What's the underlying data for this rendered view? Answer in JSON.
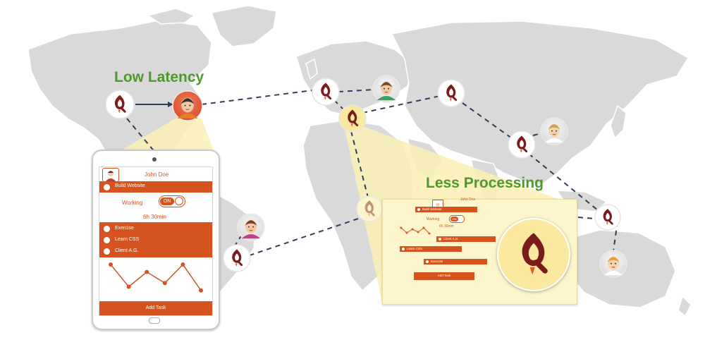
{
  "headings": {
    "low_latency": "Low Latency",
    "less_processing": "Less Processing"
  },
  "tablet_app": {
    "user_name": "John Doe",
    "build_website": "Build Website",
    "working_label": "Working",
    "toggle_on": "ON",
    "duration": "6h 30min",
    "tasks": [
      "Exercise",
      "Learn CSS",
      "Client A.G."
    ],
    "add_task": "Add Task",
    "chart_values": [
      4,
      1,
      3,
      1.5,
      4,
      0.5
    ]
  },
  "panel_app": {
    "user_name": "John Doe",
    "build_website": "Build Website",
    "working_label": "Working",
    "toggle_on": "ON",
    "duration": "6h 30min",
    "tasks": [
      "Client A.G.",
      "Learn CSS",
      "Exercise"
    ],
    "add_task": "Add Task"
  },
  "colors": {
    "accent": "#d4531f",
    "heading_green": "#4c9a2a",
    "logo_dark": "#7a1c1c",
    "map": "#d9d9d9",
    "node_highlight": "#fbe9a0",
    "beam": "#fbf0b4",
    "dashed_line": "#2f3e5a"
  },
  "icons": {
    "node": "q-logo-icon",
    "user": "user-avatar-icon"
  }
}
